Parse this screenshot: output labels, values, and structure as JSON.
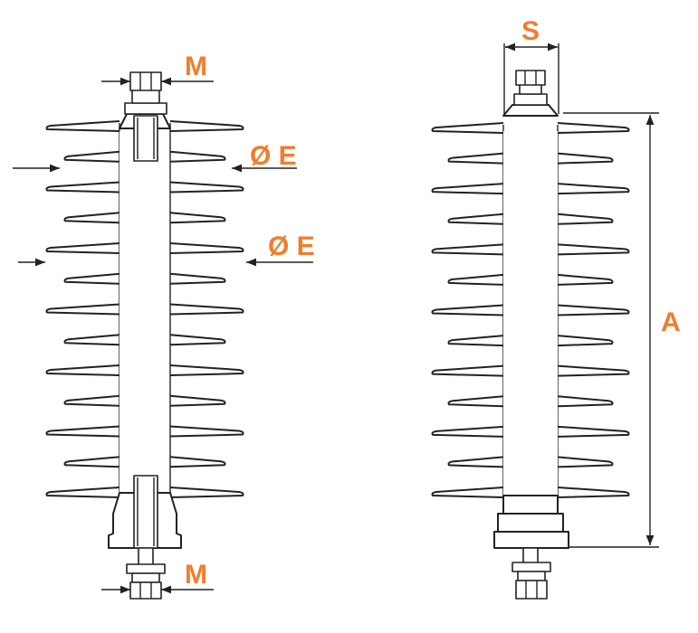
{
  "labels": {
    "m_top": "M",
    "m_bottom": "M",
    "e_upper": "Ø E",
    "e_lower": "Ø E",
    "s": "S",
    "a": "A"
  },
  "colors": {
    "accent": "#f07d2e",
    "line": "#222222",
    "background": "#ffffff"
  }
}
